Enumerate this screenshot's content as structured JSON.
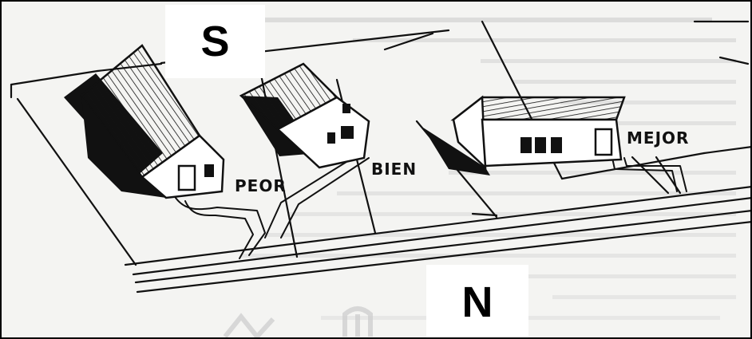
{
  "compass": {
    "south": "S",
    "north": "N"
  },
  "houses": [
    {
      "label": "PEOR"
    },
    {
      "label": "BIEN"
    },
    {
      "label": "MEJOR"
    }
  ]
}
